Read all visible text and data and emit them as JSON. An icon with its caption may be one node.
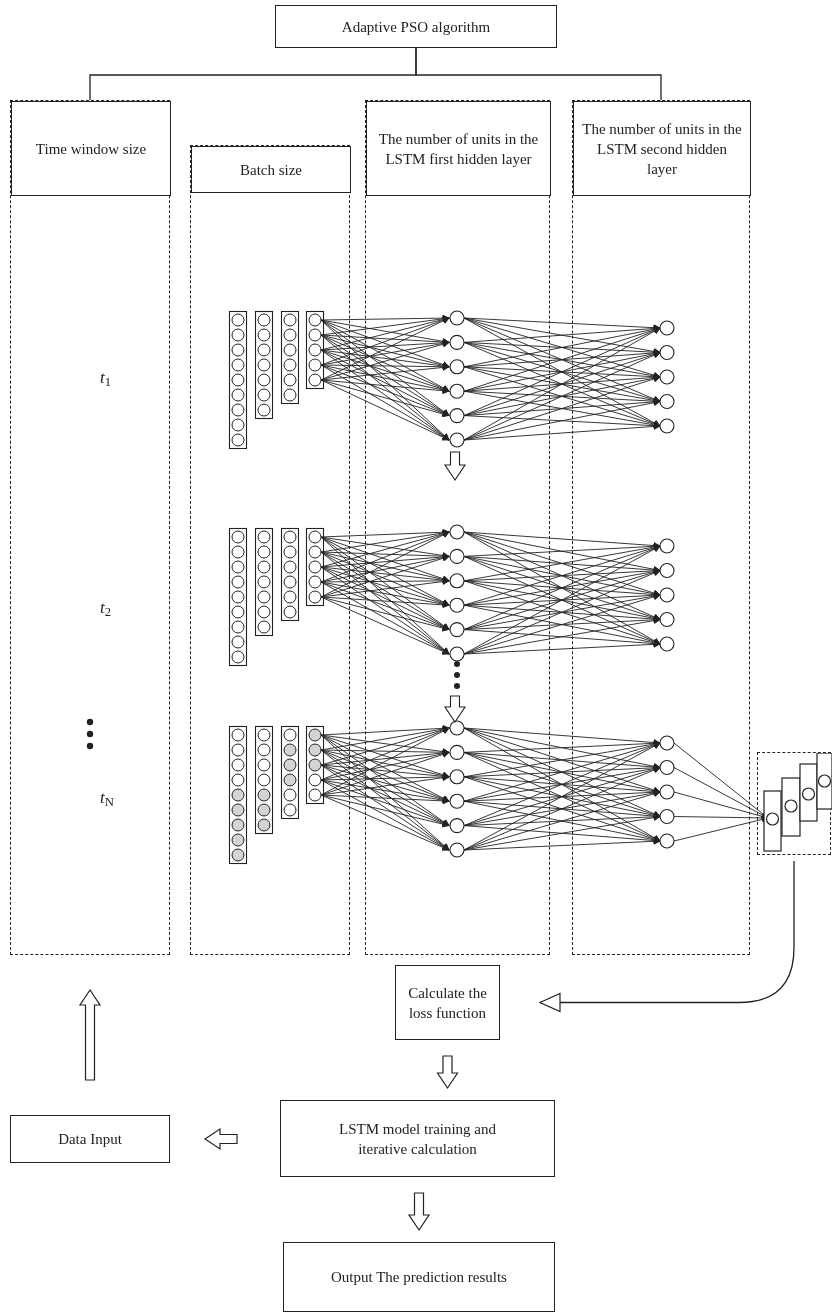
{
  "diagram": {
    "nodes": [
      {
        "text": [
          "Adaptive PSO algorithm"
        ]
      },
      {
        "text": [],
        "shape": "box"
      },
      {
        "text": [
          "Time window size"
        ],
        "in": 1
      },
      {
        "text": [],
        "shape": "box"
      },
      {
        "text": [
          "Batch size"
        ],
        "in": 3
      },
      {
        "text": [],
        "shape": "box"
      },
      {
        "text": [
          "The number of units in the LSTM first hidden layer"
        ],
        "in": 5
      },
      {
        "text": [],
        "shape": "box"
      },
      {
        "text": [
          "The number of units in the LSTM second hidden layer"
        ],
        "in": 7
      },
      {
        "text": [],
        "shape": "box"
      },
      {
        "text": [
          "Calculate the loss function"
        ]
      },
      {
        "text": [
          "LSTM model training and iterative calculation"
        ]
      },
      {
        "text": [
          "Data Input"
        ]
      },
      {
        "text": [
          "Output The prediction results"
        ]
      }
    ],
    "edges": [
      {
        "from": 0,
        "to": 2,
        "arrow": "none"
      },
      {
        "from": 0,
        "to": 8,
        "arrow": "none"
      },
      {
        "from": 9,
        "to": 10,
        "arrow": "to"
      },
      {
        "from": 10,
        "to": 11,
        "arrow": "to"
      },
      {
        "from": 11,
        "to": 12,
        "arrow": "to"
      },
      {
        "from": 12,
        "to": 1,
        "arrow": "to"
      },
      {
        "from": 11,
        "to": 13,
        "arrow": "to"
      }
    ],
    "labels": [
      "*t*$_{1}$",
      "*t*$_{2}$",
      "*t*$_{N}$"
    ]
  }
}
